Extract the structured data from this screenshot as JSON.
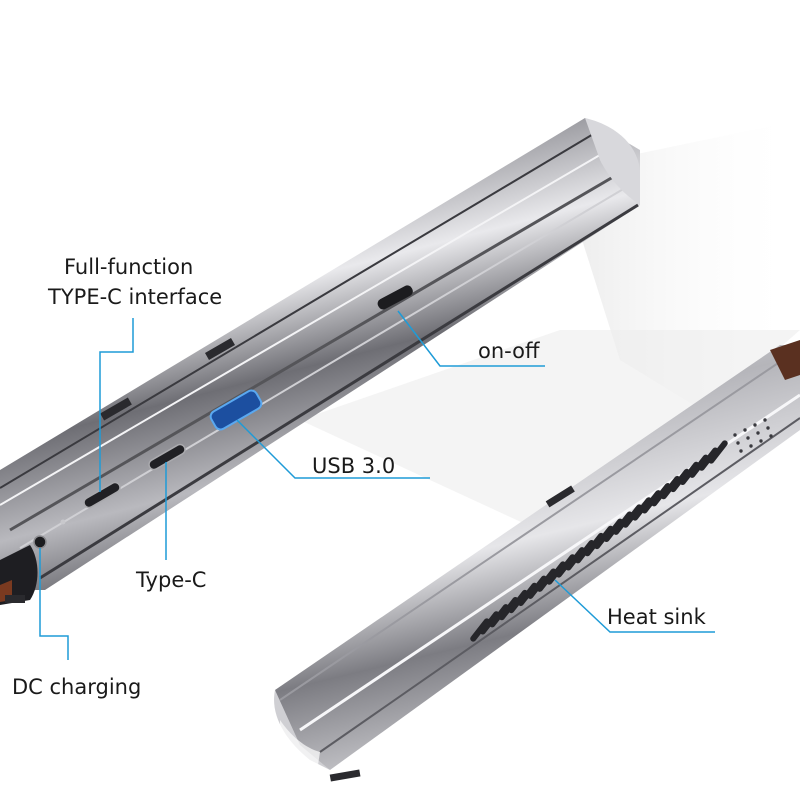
{
  "image": {
    "description_free": true,
    "colors": {
      "background": "#ffffff",
      "device_body": "#7a7a80",
      "device_dark": "#2c2c30",
      "device_highlight": "#eeeef0",
      "accent_port": "#2a7fd4",
      "leader_line": "#1e9bd7",
      "text": "#1a1a1a"
    }
  },
  "labels": {
    "typec_full_line1": "Full-function",
    "typec_full_line2": "TYPE-C interface",
    "on_off": "on-off",
    "usb": "USB 3.0",
    "typec": "Type-C",
    "dc_charging": "DC charging",
    "heat_sink": "Heat sink"
  }
}
